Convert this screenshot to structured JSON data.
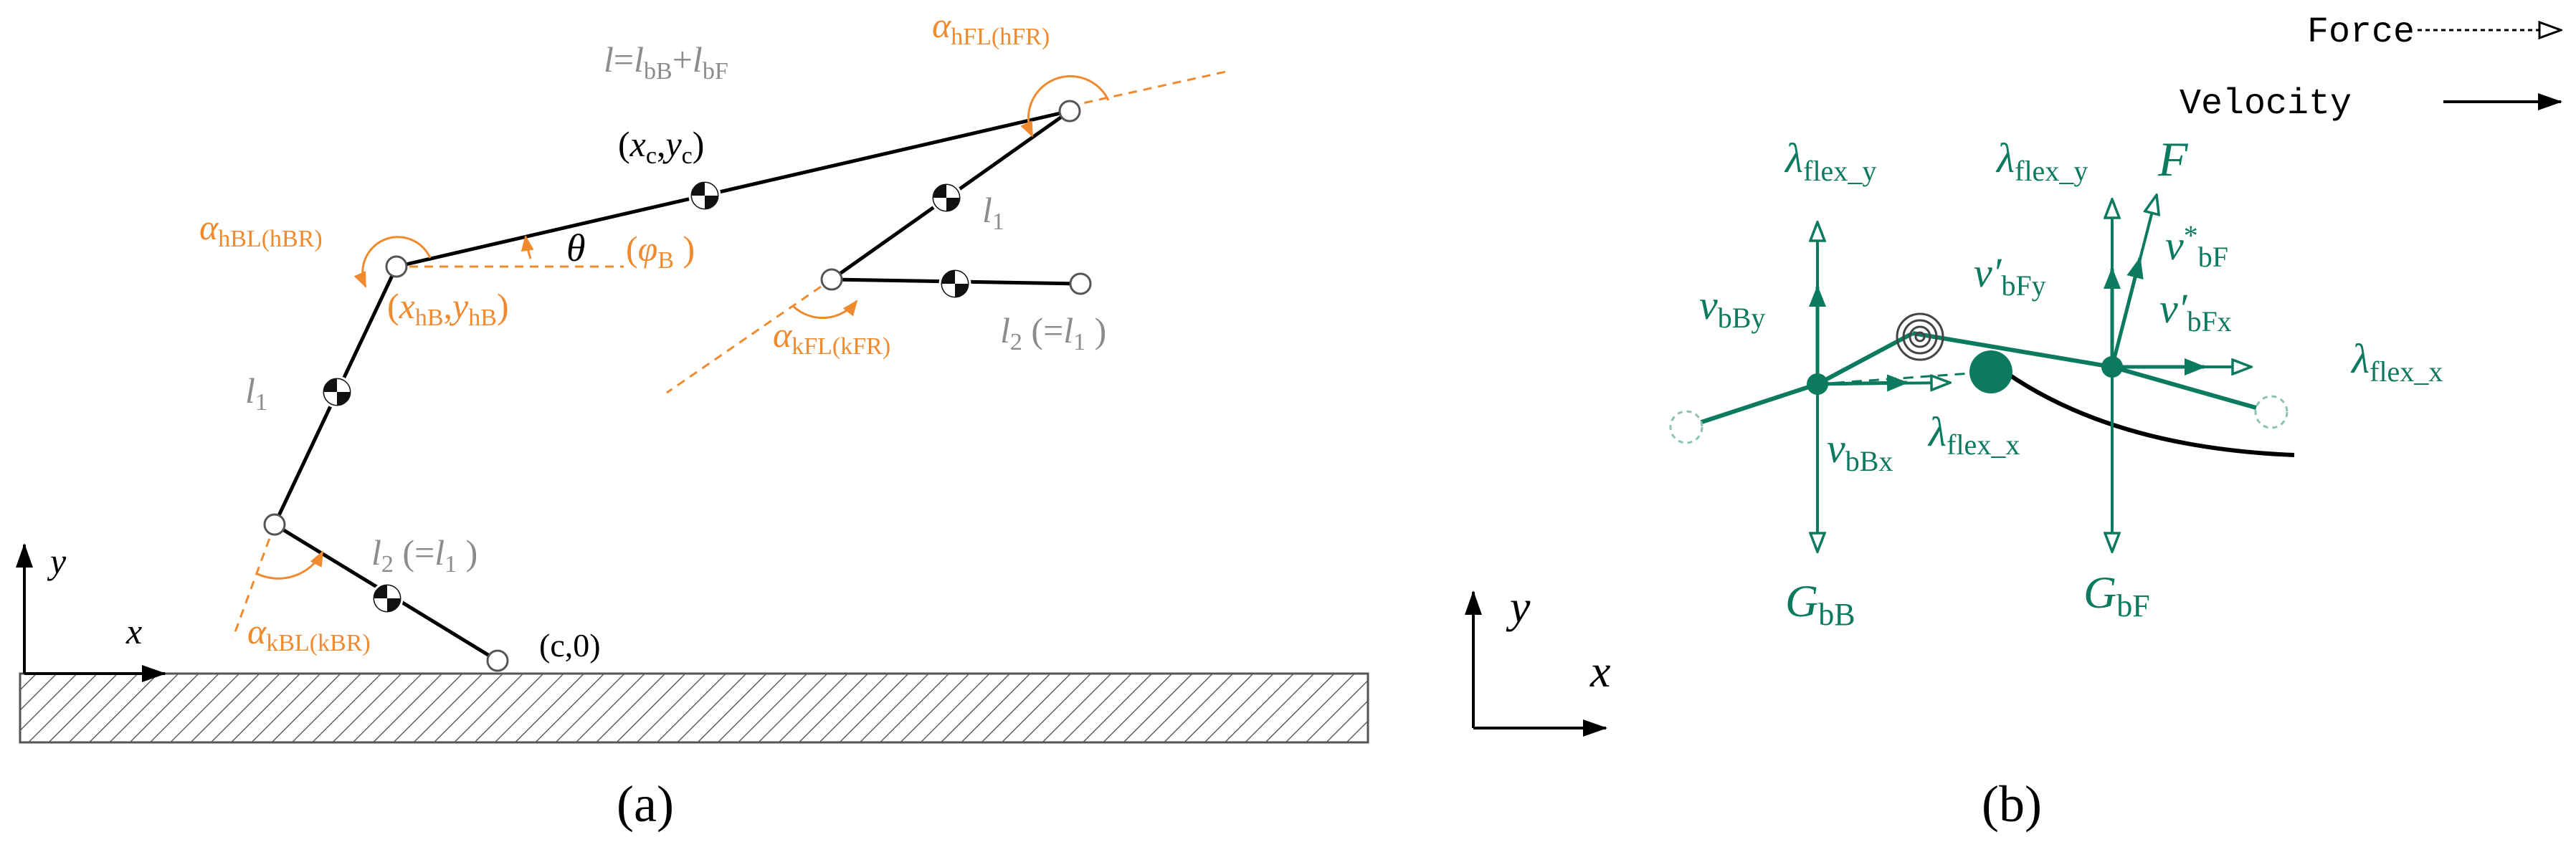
{
  "colors": {
    "structure": "#000000",
    "angle": "#F08A2E",
    "length": "#8C8C8C",
    "force": "#0B7A5F"
  },
  "panel_a": {
    "caption": "(a)",
    "total_length": {
      "l": "l",
      "eq": "=",
      "lb": "l",
      "bsub": "bB",
      "plus": "+",
      "lf": "l",
      "fsub": "bF"
    },
    "center": {
      "open": "(",
      "x": "x",
      "xs": "c",
      "comma": ",",
      "y": "y",
      "ys": "c",
      "close": ")"
    },
    "pitch": {
      "theta": "θ",
      "open": "(",
      "phi": "φ",
      "sub": "B",
      "close": " )"
    },
    "alpha_hFL": {
      "sym": "α",
      "sub": "hFL(hFR)"
    },
    "alpha_hBL": {
      "sym": "α",
      "sub": "hBL(hBR)"
    },
    "alpha_kFL": {
      "sym": "α",
      "sub": "kFL(kFR)"
    },
    "alpha_kBL": {
      "sym": "α",
      "sub": "kBL(kBR)"
    },
    "hip_back": {
      "open": "(",
      "x": "x",
      "xs": "hB",
      "comma": ",",
      "y": "y",
      "ys": "hB",
      "close": ")"
    },
    "l1_front": {
      "sym": "l",
      "sub": "1"
    },
    "l1_back": {
      "sym": "l",
      "sub": "1"
    },
    "l2_front": {
      "sym": "l",
      "sub": "2",
      "open": " (=",
      "sym2": "l",
      "sub2": "1",
      "close": " )"
    },
    "l2_back": {
      "sym": "l",
      "sub": "2",
      "open": " (=",
      "sym2": "l",
      "sub2": "1",
      "close": " )"
    },
    "foot": "(c,0)",
    "axis_x": "x",
    "axis_y": "y"
  },
  "panel_b": {
    "caption": "(b)",
    "legend_force": "Force",
    "legend_velocity": "Velocity",
    "axis_x": "x",
    "axis_y": "y",
    "lambda_left_y": {
      "sym": "λ",
      "sub": "flex_y"
    },
    "lambda_right_y": {
      "sym": "λ",
      "sub": "flex_y"
    },
    "lambda_mid_x": {
      "sym": "λ",
      "sub": "flex_x"
    },
    "lambda_right_x": {
      "sym": "λ",
      "sub": "flex_x"
    },
    "v_bBy": {
      "sym": "v",
      "sub": "bBy"
    },
    "v_bBx": {
      "sym": "v",
      "sub": "bBx"
    },
    "v_bFy": {
      "sym": "v′",
      "sub": "bFy"
    },
    "v_bFx": {
      "sym": "v′",
      "sub": "bFx"
    },
    "v_star": {
      "sym": "v",
      "sup": "*",
      "sub": "bF"
    },
    "force_F": "F",
    "G_bB": {
      "sym": "G",
      "sub": "bB"
    },
    "G_bF": {
      "sym": "G",
      "sub": "bF"
    }
  }
}
